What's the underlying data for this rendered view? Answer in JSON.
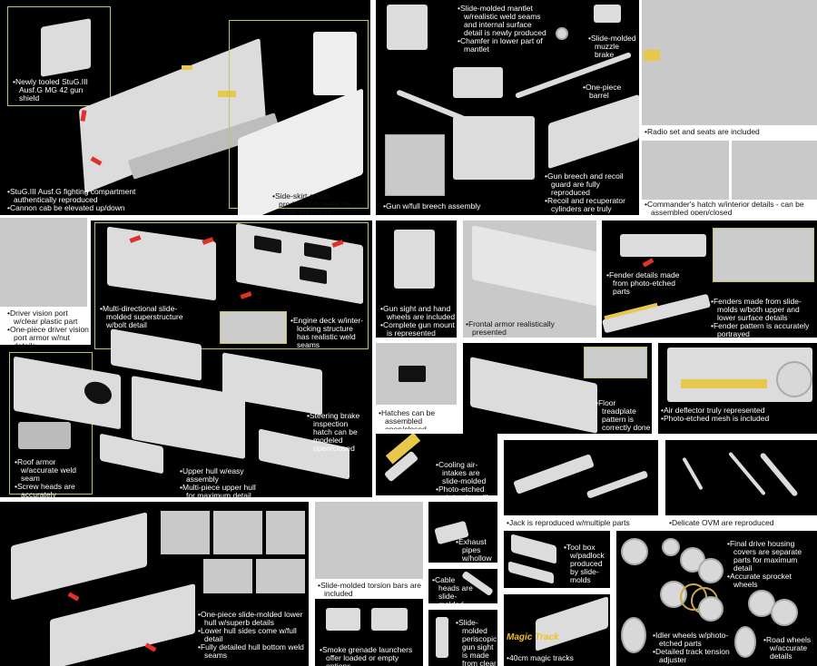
{
  "panels": [
    {
      "id": "gun-shield",
      "bullets": [
        "Newly tooled StuG.III Ausf.G MG 42 gun shield"
      ]
    },
    {
      "id": "fighting-compartment",
      "bullets": [
        "StuG.III Ausf.G fighting compartment authentically reproduced",
        "Cannon cab be elevated up/down"
      ]
    },
    {
      "id": "side-skirt",
      "bullets": [
        "Side-skirt armor produced in metal for scale thickness"
      ]
    },
    {
      "id": "mantlet",
      "bullets": [
        "Slide-molded mantlet w/realistic weld seams and internal surface detail is newly produced",
        "Chamfer in lower part of mantlet"
      ]
    },
    {
      "id": "muzzle-brake",
      "bullets": [
        "Slide-molded muzzle brake"
      ]
    },
    {
      "id": "barrel",
      "bullets": [
        "One-piece barrel"
      ]
    },
    {
      "id": "gun-breech",
      "bullets": [
        "Gun w/full breech assembly"
      ]
    },
    {
      "id": "recoil",
      "bullets": [
        "Gun breech and recoil guard are fully reproduced",
        "Recoil and recuperator cylinders are truly represented"
      ]
    },
    {
      "id": "radio",
      "bullets": [
        "Radio set and seats are included"
      ]
    },
    {
      "id": "commander-hatch",
      "bullets": [
        "Commander's hatch w/interior details - can be assembled open/closed"
      ]
    },
    {
      "id": "driver-vision",
      "bullets": [
        "Driver vision port w/clear plastic part",
        "One-piece driver vision port armor w/nut details"
      ]
    },
    {
      "id": "superstructure",
      "bullets": [
        "Multi-directional slide-molded superstructure w/bolt detail"
      ]
    },
    {
      "id": "engine-deck",
      "bullets": [
        "Engine deck w/inter-locking structure has realistic weld seams"
      ]
    },
    {
      "id": "roof-armor",
      "bullets": [
        "Roof armor w/accurate weld seam",
        "Screw heads are accurately reproduced"
      ]
    },
    {
      "id": "upper-hull",
      "bullets": [
        "Upper hull w/easy assembly",
        "Multi-piece upper hull for maximum detail"
      ]
    },
    {
      "id": "steering-brake",
      "bullets": [
        "Steering brake inspection hatch can be modeled open/closed"
      ]
    },
    {
      "id": "gun-sight",
      "bullets": [
        "Gun sight and hand wheels are included",
        "Complete gun mount is represented"
      ]
    },
    {
      "id": "frontal-armor",
      "bullets": [
        "Frontal armor realistically presented"
      ]
    },
    {
      "id": "fender-details",
      "bullets": [
        "Fender details made from photo-etched parts"
      ]
    },
    {
      "id": "fenders",
      "bullets": [
        "Fenders made from slide-molds w/both upper and lower surface details",
        "Fender pattern is accurately portrayed"
      ]
    },
    {
      "id": "hatches",
      "bullets": [
        "Hatches can be assembled open/closed"
      ]
    },
    {
      "id": "floor",
      "bullets": [
        "Floor treadplate pattern is correctly done"
      ]
    },
    {
      "id": "air-deflector",
      "bullets": [
        "Air deflector truly represented",
        "Photo-etched mesh is included"
      ]
    },
    {
      "id": "cooling",
      "bullets": [
        "Cooling air-intakes are slide-molded",
        "Photo-etched air-intake grills"
      ]
    },
    {
      "id": "jack",
      "bullets": [
        "Jack is reproduced w/multiple parts"
      ]
    },
    {
      "id": "ovm",
      "bullets": [
        "Delicate OVM are reproduced"
      ]
    },
    {
      "id": "lower-hull",
      "bullets": [
        "One-piece slide-molded lower hull w/superb details",
        "Lower hull sides come w/full detail",
        "Fully detailed hull bottom weld seams"
      ]
    },
    {
      "id": "torsion",
      "bullets": [
        "Slide-molded torsion bars are included"
      ]
    },
    {
      "id": "smoke",
      "bullets": [
        "Smoke grenade launchers offer loaded or empty options"
      ]
    },
    {
      "id": "exhaust",
      "bullets": [
        "Exhaust pipes w/hollow ends"
      ]
    },
    {
      "id": "cable",
      "bullets": [
        "Cable heads are slide-molded"
      ]
    },
    {
      "id": "periscope",
      "bullets": [
        "Slide-molded periscopic gun sight is made from clear part"
      ]
    },
    {
      "id": "toolbox",
      "bullets": [
        "Tool box w/padlock produced by slide-molds"
      ]
    },
    {
      "id": "tracks",
      "bullets": [
        "40cm magic tracks"
      ]
    },
    {
      "id": "final-drive",
      "bullets": [
        "Final drive housing covers are separate parts for maximum detail",
        "Accurate sprocket wheels"
      ]
    },
    {
      "id": "idler",
      "bullets": [
        "Idler wheels w/photo-etched parts",
        "Detailed track tension adjuster"
      ]
    },
    {
      "id": "road-wheels",
      "bullets": [
        "Road wheels w/accurate details"
      ]
    }
  ],
  "logo": "Magic Track"
}
